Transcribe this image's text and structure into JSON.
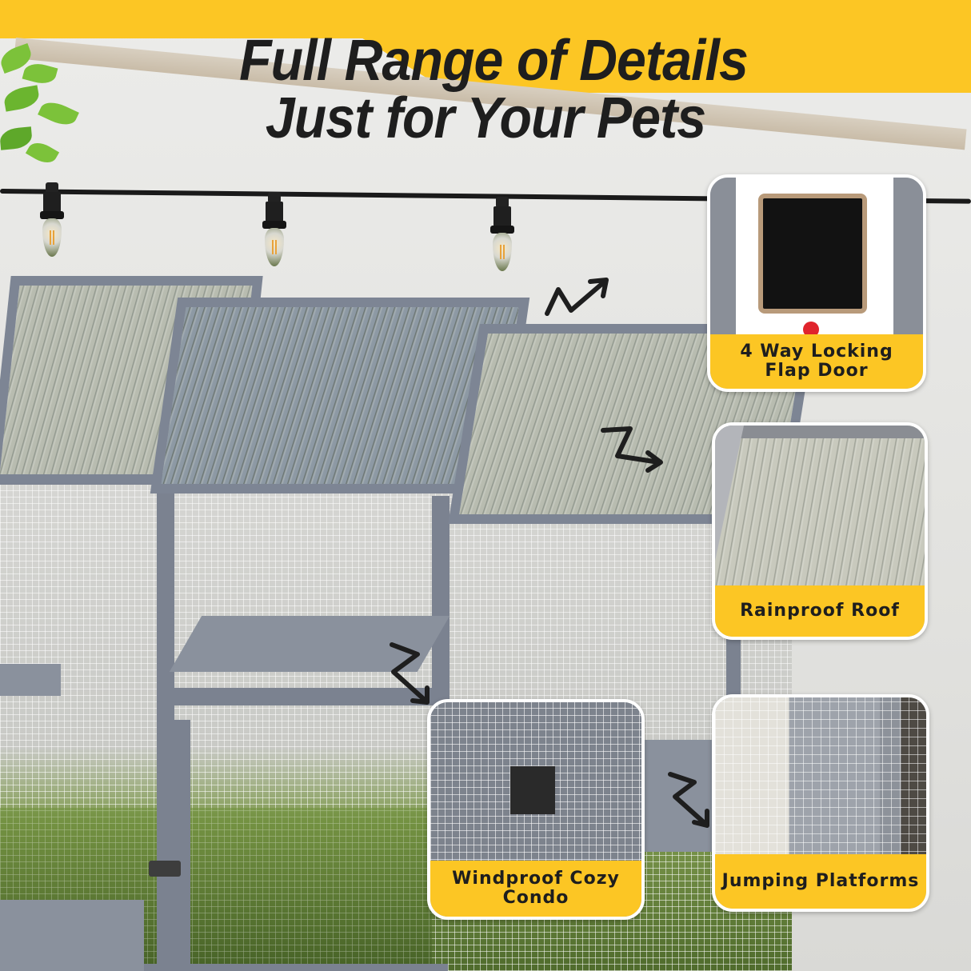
{
  "headline": {
    "line1": "Full Range of Details",
    "line2": "Just for Your Pets"
  },
  "callouts": [
    {
      "id": "flap-door",
      "label_line1": "4 Way Locking",
      "label_line2": "Flap Door",
      "icon": "flap-door-photo"
    },
    {
      "id": "roof",
      "label_line1": "Rainproof Roof",
      "label_line2": "",
      "icon": "roof-photo"
    },
    {
      "id": "condo",
      "label_line1": "Windproof Cozy",
      "label_line2": "Condo",
      "icon": "condo-photo"
    },
    {
      "id": "platforms",
      "label_line1": "Jumping Platforms",
      "label_line2": "",
      "icon": "platforms-photo"
    }
  ],
  "colors": {
    "accent_yellow": "#fcc624",
    "text_dark": "#1e1e1e",
    "frame_gray": "#7b8290",
    "callout_border": "#ffffff"
  }
}
